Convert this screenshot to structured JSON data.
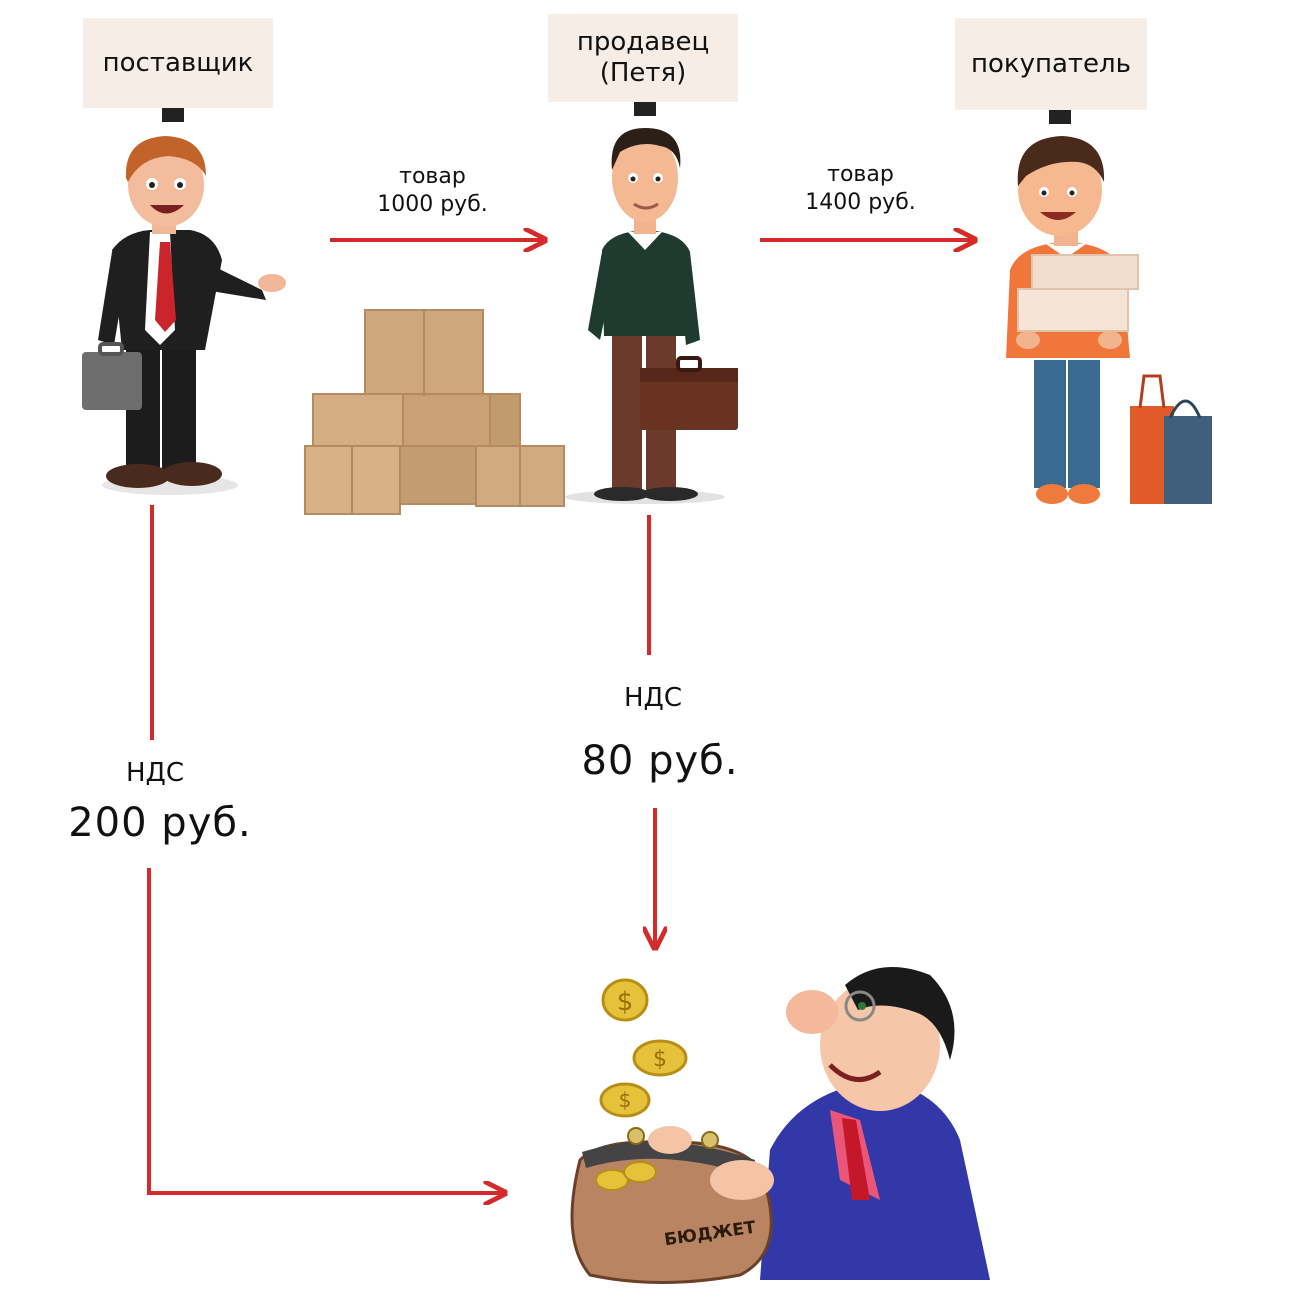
{
  "signs": {
    "supplier": "поставщик",
    "seller": "продавец (Петя)",
    "buyer": "покупатель"
  },
  "flows": {
    "supplier_to_seller": {
      "line1": "товар",
      "line2": "1000 руб."
    },
    "seller_to_buyer": {
      "line1": "товар",
      "line2": "1400 руб."
    }
  },
  "vat": {
    "supplier": {
      "label": "НДС",
      "amount": "200 руб."
    },
    "seller": {
      "label": "НДС",
      "amount": "80 руб."
    }
  },
  "budget_bag_label": "БЮДЖЕТ",
  "colors": {
    "arrow": "#d42a2a",
    "sign_bg": "#f6ede6",
    "sign_post": "#222222"
  }
}
